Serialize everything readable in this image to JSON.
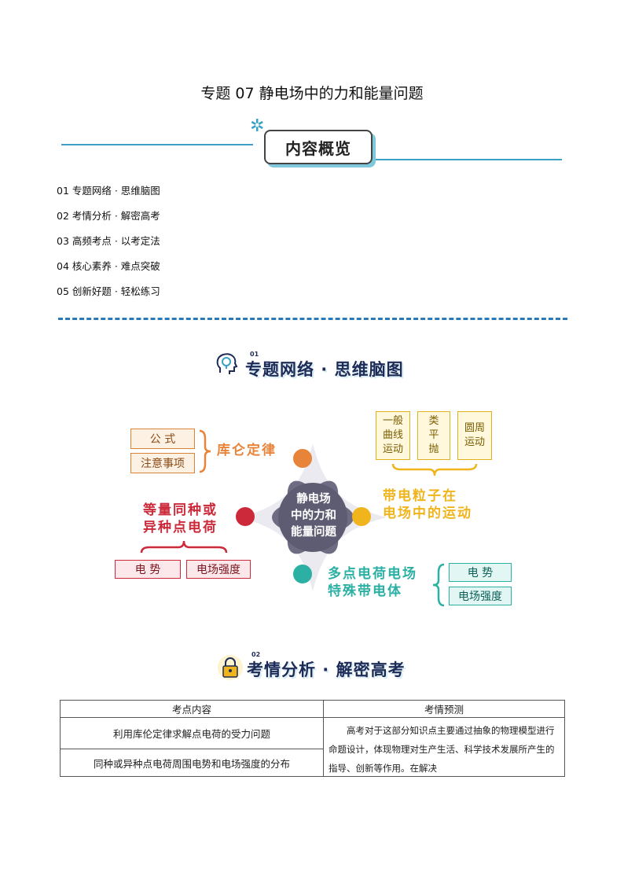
{
  "title": "专题 07  静电场中的力和能量问题",
  "overview_banner": "内容概览",
  "toc": [
    "01 专题网络 · 思维脑图",
    "02 考情分析 · 解密高考",
    "03 高频考点 · 以考定法",
    "04 核心素养 · 难点突破",
    "05 创新好题 · 轻松练习"
  ],
  "section1": {
    "num": "01",
    "title": "专题网络 · 思维脑图"
  },
  "mindmap": {
    "center": [
      "静电场",
      "中的力和",
      "能量问题"
    ],
    "coulomb": {
      "label": "库仑定律",
      "boxes": [
        "公  式",
        "注意事项"
      ],
      "color": "#e8843a"
    },
    "particle": {
      "label": [
        "带电粒子在",
        "电场中的运动"
      ],
      "boxes": [
        "一般\n曲线\n运动",
        "类\n平\n抛",
        "圆周\n运动"
      ],
      "color": "#f0b41c"
    },
    "charges": {
      "label": [
        "等量同种或",
        "异种点电荷"
      ],
      "boxes": [
        "电  势",
        "电场强度"
      ],
      "color": "#cc2a3a"
    },
    "multi": {
      "label": [
        "多点电荷电场",
        "特殊带电体"
      ],
      "boxes": [
        "电  势",
        "电场强度"
      ],
      "color": "#2bb0a3"
    }
  },
  "section2": {
    "num": "02",
    "title": "考情分析 · 解密高考"
  },
  "table": {
    "headers": [
      "考点内容",
      "考情预测"
    ],
    "rows": [
      "利用库伦定律求解点电荷的受力问题",
      "同种或异种点电荷周围电势和电场强度的分布"
    ],
    "prediction": "高考对于这部分知识点主要通过抽象的物理模型进行命题设计，体现物理对生产生活、科学技术发展所产生的指导、创新等作用。在解决"
  }
}
